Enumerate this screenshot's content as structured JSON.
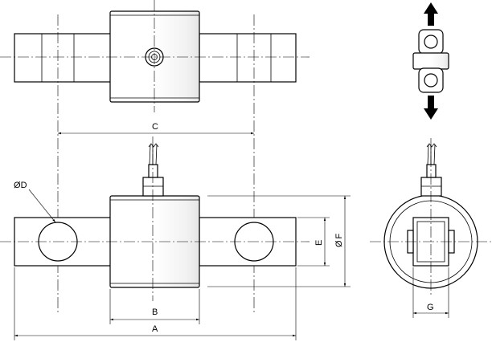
{
  "dimensions": {
    "A": "A",
    "B": "B",
    "C": "C",
    "D": "D",
    "E": "E",
    "F": "F",
    "G": "G"
  },
  "symbols": {
    "diameter_D": "Ø",
    "diameter_F": "Ø"
  },
  "icons": {
    "load_direction": "double-arrow-up-down-icon"
  },
  "colors": {
    "line": "#000000",
    "background": "#ffffff"
  }
}
